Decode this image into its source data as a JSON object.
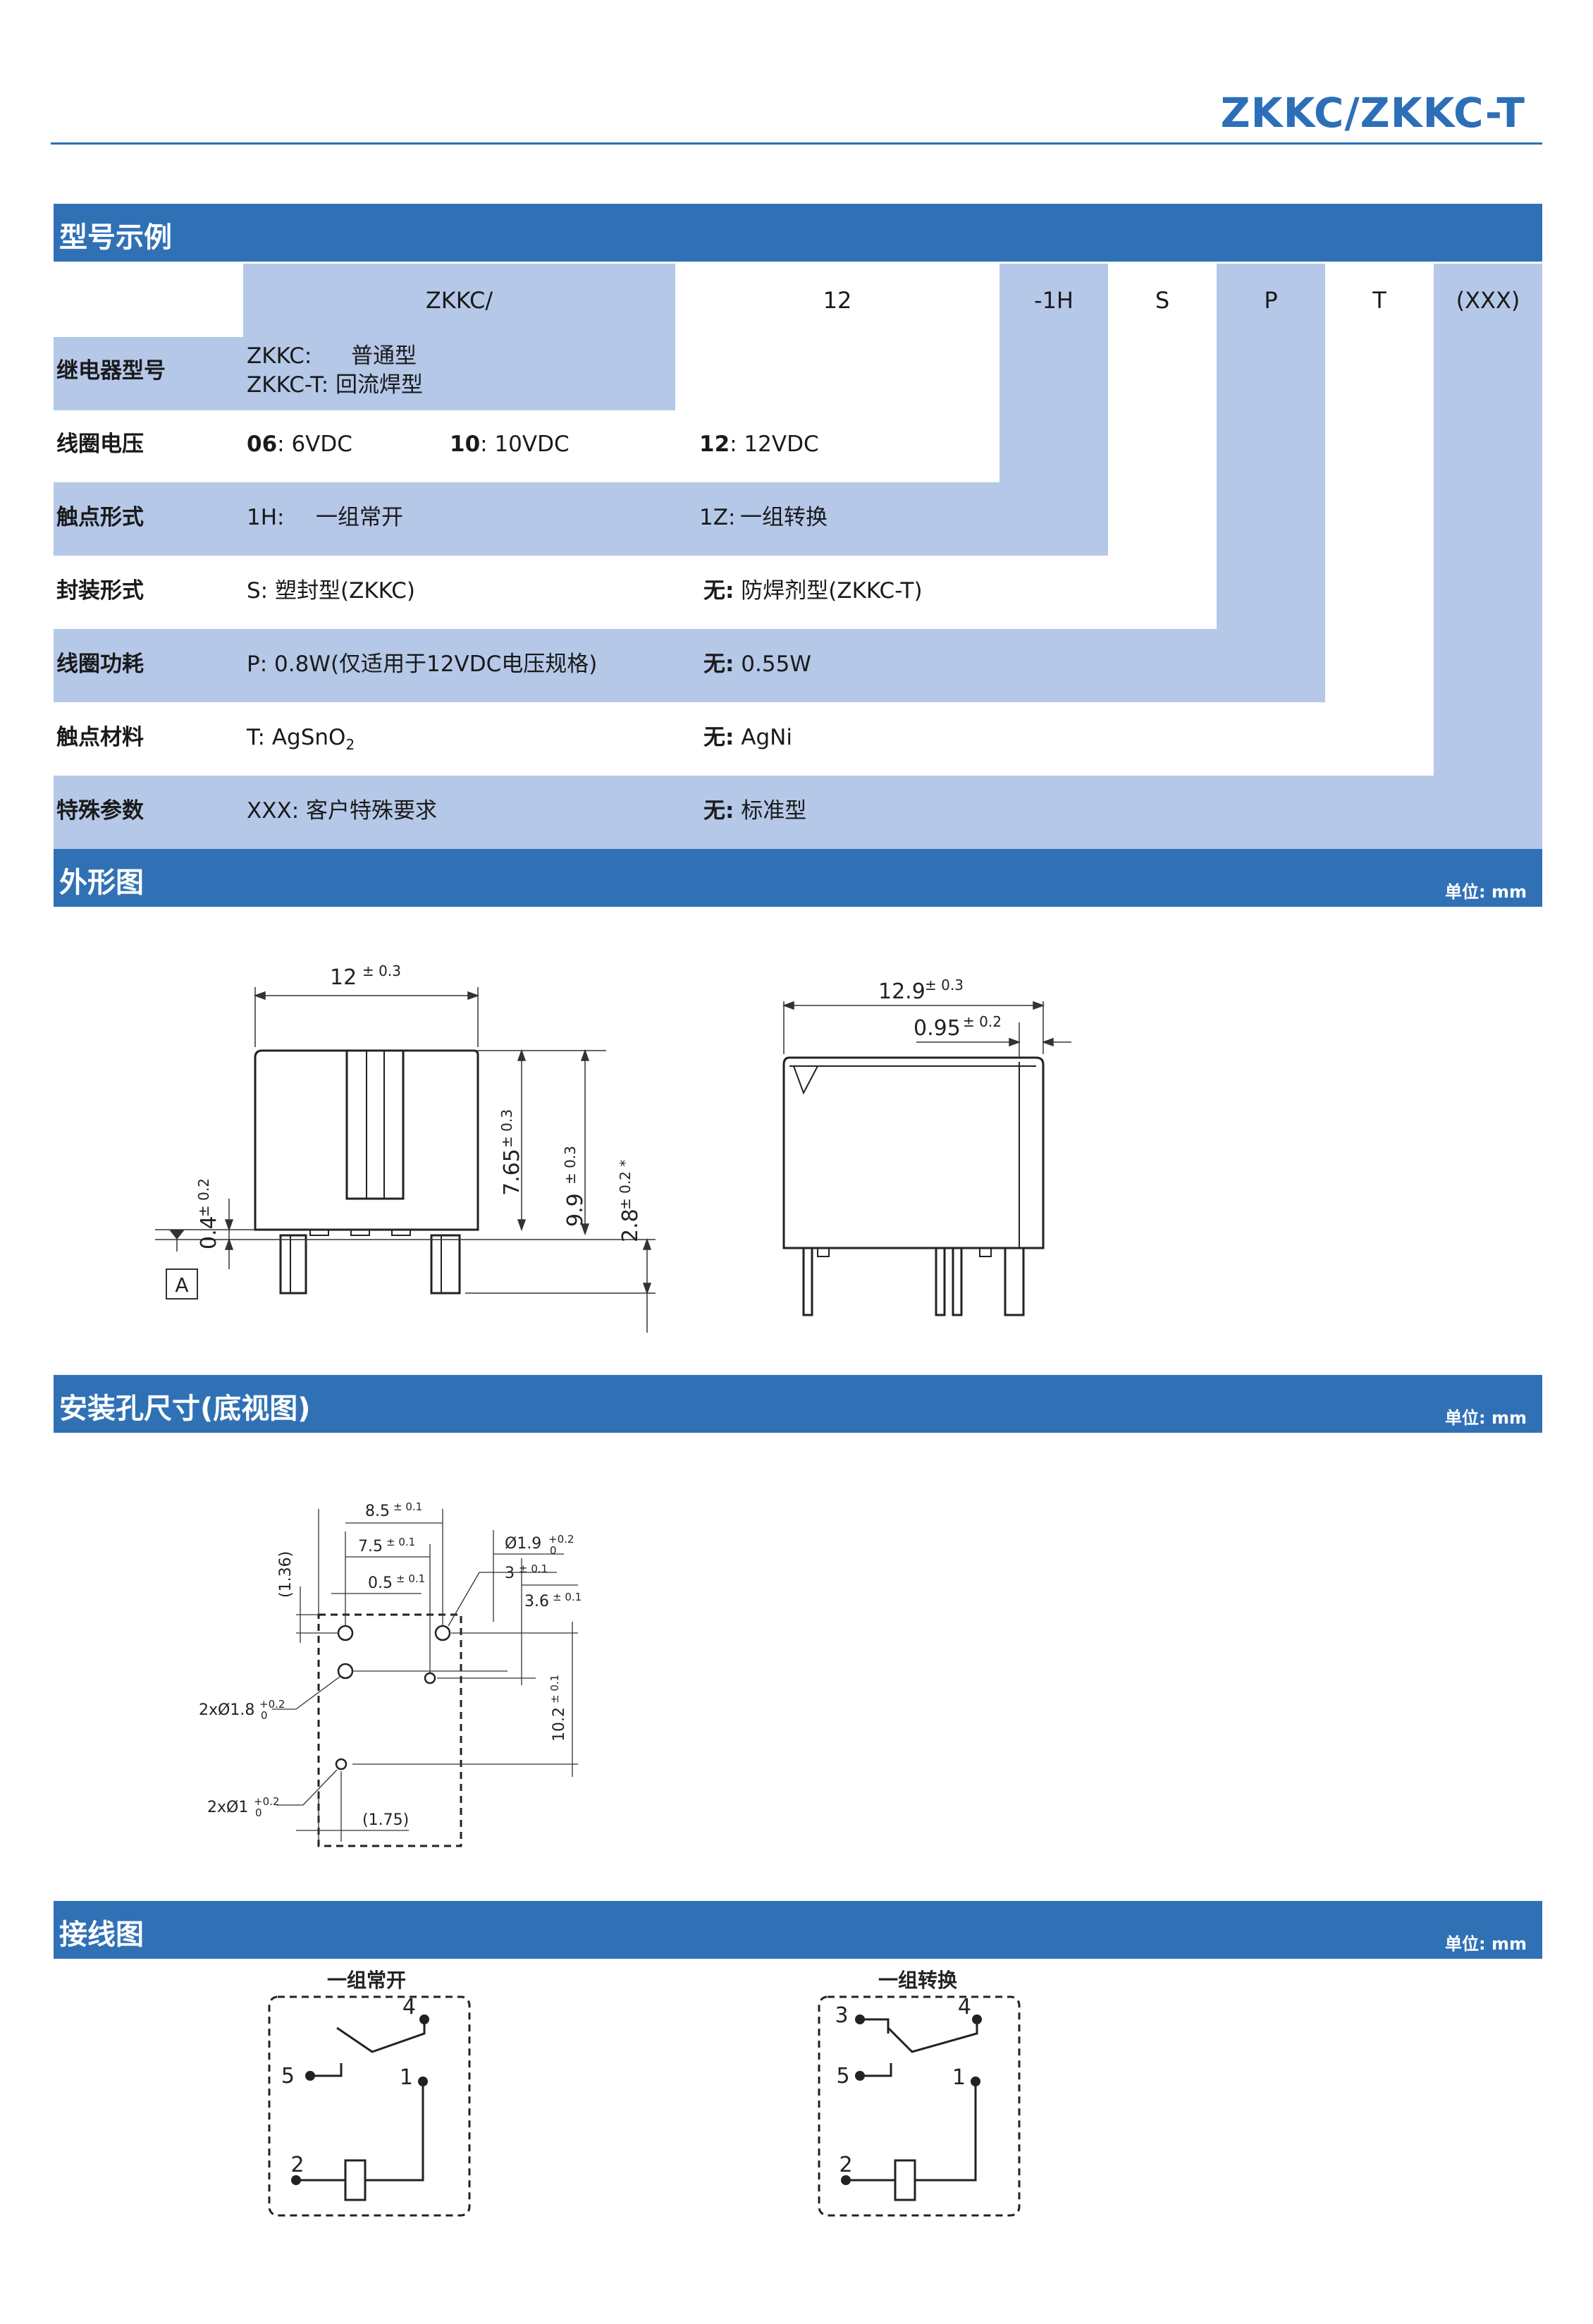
{
  "title": "ZKKC/ZKKC-T",
  "sections": {
    "model": "型号示例",
    "outline": "外形图",
    "mounting": "安装孔尺寸(底视图)",
    "wiring": "接线图",
    "unit": "单位: mm"
  },
  "code_header": [
    "ZKKC/",
    "12",
    "-1H",
    "S",
    "P",
    "T",
    "(XXX)"
  ],
  "rows": {
    "relay_type": {
      "label": "继电器型号",
      "line1_key": "ZKKC:",
      "line1_val": "普通型",
      "line2": "ZKKC-T: 回流焊型"
    },
    "coil_voltage": {
      "label": "线圈电压",
      "o1_key": "06",
      "o1_val": ": 6VDC",
      "o2_key": "10",
      "o2_val": ": 10VDC",
      "o3_key": "12",
      "o3_val": ": 12VDC"
    },
    "contact_form": {
      "label": "触点形式",
      "o1_key": "1H:",
      "o1_val": "一组常开",
      "o2_key": "1Z:",
      "o2_val": "一组转换"
    },
    "package": {
      "label": "封装形式",
      "o1_key": "S:",
      "o1_val": "塑封型(ZKKC)",
      "o2_key": "无:",
      "o2_val": "防焊剂型(ZKKC-T)"
    },
    "coil_power": {
      "label": "线圈功耗",
      "o1_key": "P:",
      "o1_val": "0.8W(仅适用于12VDC电压规格)",
      "o2_key": "无:",
      "o2_val": "0.55W"
    },
    "contact_material": {
      "label": "触点材料",
      "o1_key": "T:",
      "o1_val": "AgSnO",
      "o1_sub": "2",
      "o2_key": "无:",
      "o2_val": "AgNi"
    },
    "special": {
      "label": "特殊参数",
      "o1_key": "XXX:",
      "o1_val": "客户特殊要求",
      "o2_key": "无:",
      "o2_val": "标准型"
    }
  },
  "outline_dims": {
    "width": "12",
    "width_tol": "± 0.3",
    "height_top": "7.65",
    "height_top_tol": "± 0.3",
    "height_total": "9.9",
    "height_total_tol": "± 0.3",
    "pin_len": "2.8",
    "pin_len_tol": "± 0.2 *",
    "standoff": "0.4",
    "standoff_tol": "± 0.2",
    "datum": "A",
    "depth": "12.9",
    "depth_tol": "± 0.3",
    "lip": "0.95",
    "lip_tol": "± 0.2"
  },
  "mounting_dims": {
    "d1": "8.5",
    "d1_tol": "± 0.1",
    "d2": "7.5",
    "d2_tol": "± 0.1",
    "d3": "0.5",
    "d3_tol": "± 0.1",
    "d4": "(1.36)",
    "hole_big": "Ø1.9",
    "hole_big_tol_up": "+0.2",
    "hole_big_tol_lo": "0",
    "d5": "3",
    "d5_tol": "± 0.1",
    "d6": "3.6",
    "d6_tol": "± 0.1",
    "d7": "10.2",
    "d7_tol": "± 0.1",
    "hole_two": "2xØ1.8",
    "hole_two_tol_up": "+0.2",
    "hole_two_tol_lo": "0",
    "hole_small": "2xØ1",
    "hole_small_tol_up": "+0.2",
    "hole_small_tol_lo": "0",
    "d8": "(1.75)"
  },
  "wiring": {
    "no": {
      "title": "一组常开",
      "pins": [
        "4",
        "5",
        "1",
        "2"
      ]
    },
    "co": {
      "title": "一组转换",
      "pins": [
        "3",
        "4",
        "5",
        "1",
        "2"
      ]
    }
  }
}
